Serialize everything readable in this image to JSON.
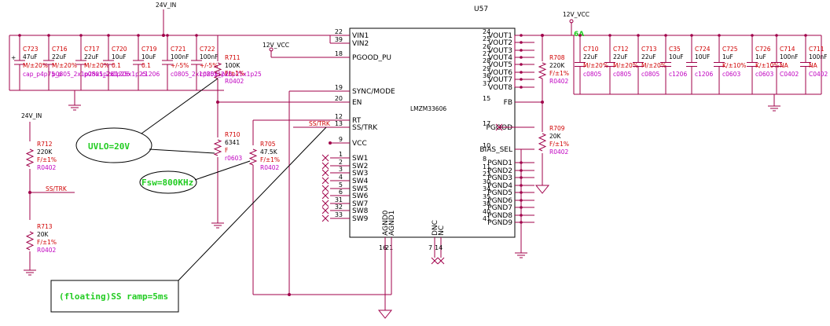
{
  "ic": {
    "ref": "U57",
    "part": "LMZM33606",
    "left_pins": [
      {
        "num": "22",
        "name": "VIN1"
      },
      {
        "num": "39",
        "name": "VIN2"
      },
      {
        "num": "18",
        "name": "PGOOD_PU"
      },
      {
        "num": "19",
        "name": "SYNC/MODE"
      },
      {
        "num": "20",
        "name": "EN"
      },
      {
        "num": "12",
        "name": "RT"
      },
      {
        "num": "13",
        "name": "SS/TRK"
      },
      {
        "num": "9",
        "name": "VCC"
      },
      {
        "num": "1",
        "name": "SW1"
      },
      {
        "num": "2",
        "name": "SW2"
      },
      {
        "num": "3",
        "name": "SW3"
      },
      {
        "num": "4",
        "name": "SW4"
      },
      {
        "num": "5",
        "name": "SW5"
      },
      {
        "num": "6",
        "name": "SW6"
      },
      {
        "num": "31",
        "name": "SW7"
      },
      {
        "num": "32",
        "name": "SW8"
      },
      {
        "num": "33",
        "name": "SW9"
      }
    ],
    "right_pins": [
      {
        "num": "24",
        "name": "VOUT1"
      },
      {
        "num": "25",
        "name": "VOUT2"
      },
      {
        "num": "26",
        "name": "VOUT3"
      },
      {
        "num": "27",
        "name": "VOUT4"
      },
      {
        "num": "28",
        "name": "VOUT5"
      },
      {
        "num": "29",
        "name": "VOUT6"
      },
      {
        "num": "36",
        "name": "VOUT7"
      },
      {
        "num": "37",
        "name": "VOUT8"
      },
      {
        "num": "15",
        "name": "FB"
      },
      {
        "num": "17",
        "name": "PGOOD"
      },
      {
        "num": "10",
        "name": "BIAS_SEL"
      },
      {
        "num": "8",
        "name": "PGND1"
      },
      {
        "num": "11",
        "name": "PGND2"
      },
      {
        "num": "23",
        "name": "PGND3"
      },
      {
        "num": "30",
        "name": "PGND4"
      },
      {
        "num": "34",
        "name": "PGND5"
      },
      {
        "num": "35",
        "name": "PGND6"
      },
      {
        "num": "38",
        "name": "PGND7"
      },
      {
        "num": "40",
        "name": "PGND8"
      },
      {
        "num": "41",
        "name": "PGND9"
      }
    ],
    "bottom_pins": [
      {
        "num": "16",
        "name": "AGND0"
      },
      {
        "num": "21",
        "name": "AGND1"
      },
      {
        "num": "7",
        "name": "DNC"
      },
      {
        "num": "14",
        "name": "NC"
      }
    ]
  },
  "power_labels": {
    "vin_top": "24V_IN",
    "vin_left": "24V_IN",
    "vcc_pgood": "12V_VCC",
    "vcc_out": "12V_VCC",
    "current": "6A",
    "ss_trk_net_left": "SS/TRK",
    "ss_trk_net_ic": "SS/TRK"
  },
  "input_caps": [
    {
      "ref": "C723",
      "val": "47uF",
      "tol": "M/±20%",
      "pkg": "cap_p4p75_p"
    },
    {
      "ref": "C716",
      "val": "22uF",
      "tol": "M/±20%",
      "pkg": "p0805_2x1p25x1p25"
    },
    {
      "ref": "C717",
      "val": "22uF",
      "tol": "M/±20%",
      "pkg": "p0805_2x1p25x1p25"
    },
    {
      "ref": "C720",
      "val": "10uF",
      "tol": "0.1",
      "pkg": "c1206"
    },
    {
      "ref": "C719",
      "val": "10uF",
      "tol": "0.1",
      "pkg": "c1206"
    },
    {
      "ref": "C721",
      "val": "100nF",
      "tol": "+/-5%",
      "pkg": "c0805_2x1p25x1p25"
    },
    {
      "ref": "C722",
      "val": "100nF",
      "tol": "+/-5%",
      "pkg": "c0805_2x1p25x1p25"
    }
  ],
  "output_caps": [
    {
      "ref": "C710",
      "val": "22uF",
      "tol": "M/±20%",
      "pkg": "c0805"
    },
    {
      "ref": "C712",
      "val": "22uF",
      "tol": "M/±20%",
      "pkg": "c0805"
    },
    {
      "ref": "C713",
      "val": "22uF",
      "tol": "M/±20%",
      "pkg": "c0805"
    },
    {
      "ref": "C35",
      "val": "10uF",
      "tol": "",
      "pkg": "c1206"
    },
    {
      "ref": "C724",
      "val": "10UF",
      "tol": "",
      "pkg": "c1206"
    },
    {
      "ref": "C725",
      "val": "1uF",
      "tol": "K/±10%",
      "pkg": "c0603"
    },
    {
      "ref": "C726",
      "val": "1uF",
      "tol": "K/±10%",
      "pkg": "c0603"
    },
    {
      "ref": "C714",
      "val": "100nF",
      "tol": "NA",
      "pkg": "C0402"
    },
    {
      "ref": "C711",
      "val": "100nF",
      "tol": "NA",
      "pkg": "C0402"
    }
  ],
  "resistors": {
    "r711": {
      "ref": "R711",
      "val": "100K",
      "tol": "F/±1%",
      "pkg": "R0402"
    },
    "r710": {
      "ref": "R710",
      "val": "6341",
      "tol": "F",
      "pkg": "r0603"
    },
    "r705": {
      "ref": "R705",
      "val": "47.5K",
      "tol": "F/±1%",
      "pkg": "R0402"
    },
    "r712": {
      "ref": "R712",
      "val": "220K",
      "tol": "F/±1%",
      "pkg": "R0402"
    },
    "r713": {
      "ref": "R713",
      "val": "20K",
      "tol": "F/±1%",
      "pkg": "R0402"
    },
    "r708": {
      "ref": "R708",
      "val": "220K",
      "tol": "F/±1%",
      "pkg": "R0402"
    },
    "r709": {
      "ref": "R709",
      "val": "20K",
      "tol": "F/±1%",
      "pkg": "R0402"
    }
  },
  "notes": {
    "uvlo": "UVLO=20V",
    "fsw": "Fsw=800KHz",
    "ss": "(floating)SS ramp=5ms"
  },
  "colors": {
    "wire": "#a0004a",
    "ref_text": "#d00000",
    "pkg_text": "#c000c0",
    "note_text": "#22cc22"
  }
}
